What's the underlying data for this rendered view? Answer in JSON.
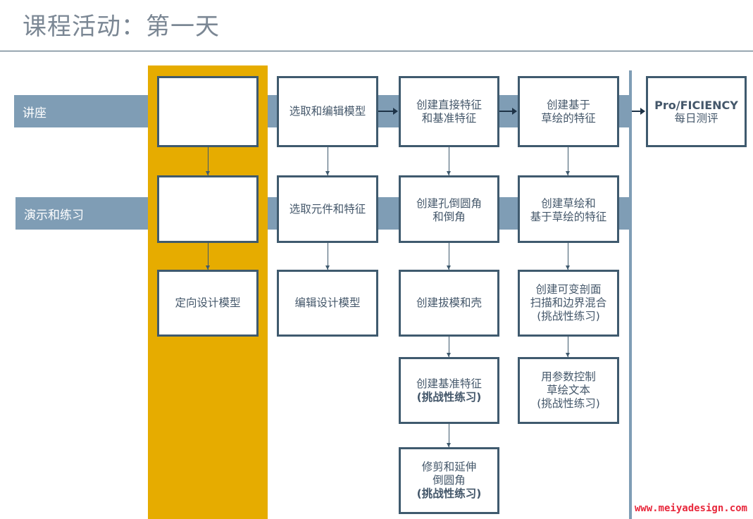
{
  "title": "课程活动：第一天",
  "lanes": {
    "lecture": "讲座",
    "demo": "演示和练习"
  },
  "boxes": {
    "c1_3": "定向设计模型",
    "c2_1": "选取和编辑模型",
    "c2_2": "选取元件和特征",
    "c2_3": "编辑设计模型",
    "c3_1a": "创建直接特征",
    "c3_1b": "和基准特征",
    "c3_2a": "创建孔倒圆角",
    "c3_2b": "和倒角",
    "c3_3": "创建拔模和壳",
    "c3_4a": "创建基准特征",
    "c3_4b": "(挑战性练习)",
    "c3_5a": "修剪和延伸",
    "c3_5b": "倒圆角",
    "c3_5c": "(挑战性练习)",
    "c4_1a": "创建基于",
    "c4_1b": "草绘的特征",
    "c4_2a": "创建草绘和",
    "c4_2b": "基于草绘的特征",
    "c4_3a": "创建可变剖面",
    "c4_3b": "扫描和边界混合",
    "c4_3c": "(挑战性练习)",
    "c4_4a": "用参数控制",
    "c4_4b": "草绘文本",
    "c4_4c": "(挑战性练习)",
    "c5_1a": "Pro/FICIENCY",
    "c5_1b": "每日测评"
  },
  "watermark": "www.meiyadesign.com"
}
